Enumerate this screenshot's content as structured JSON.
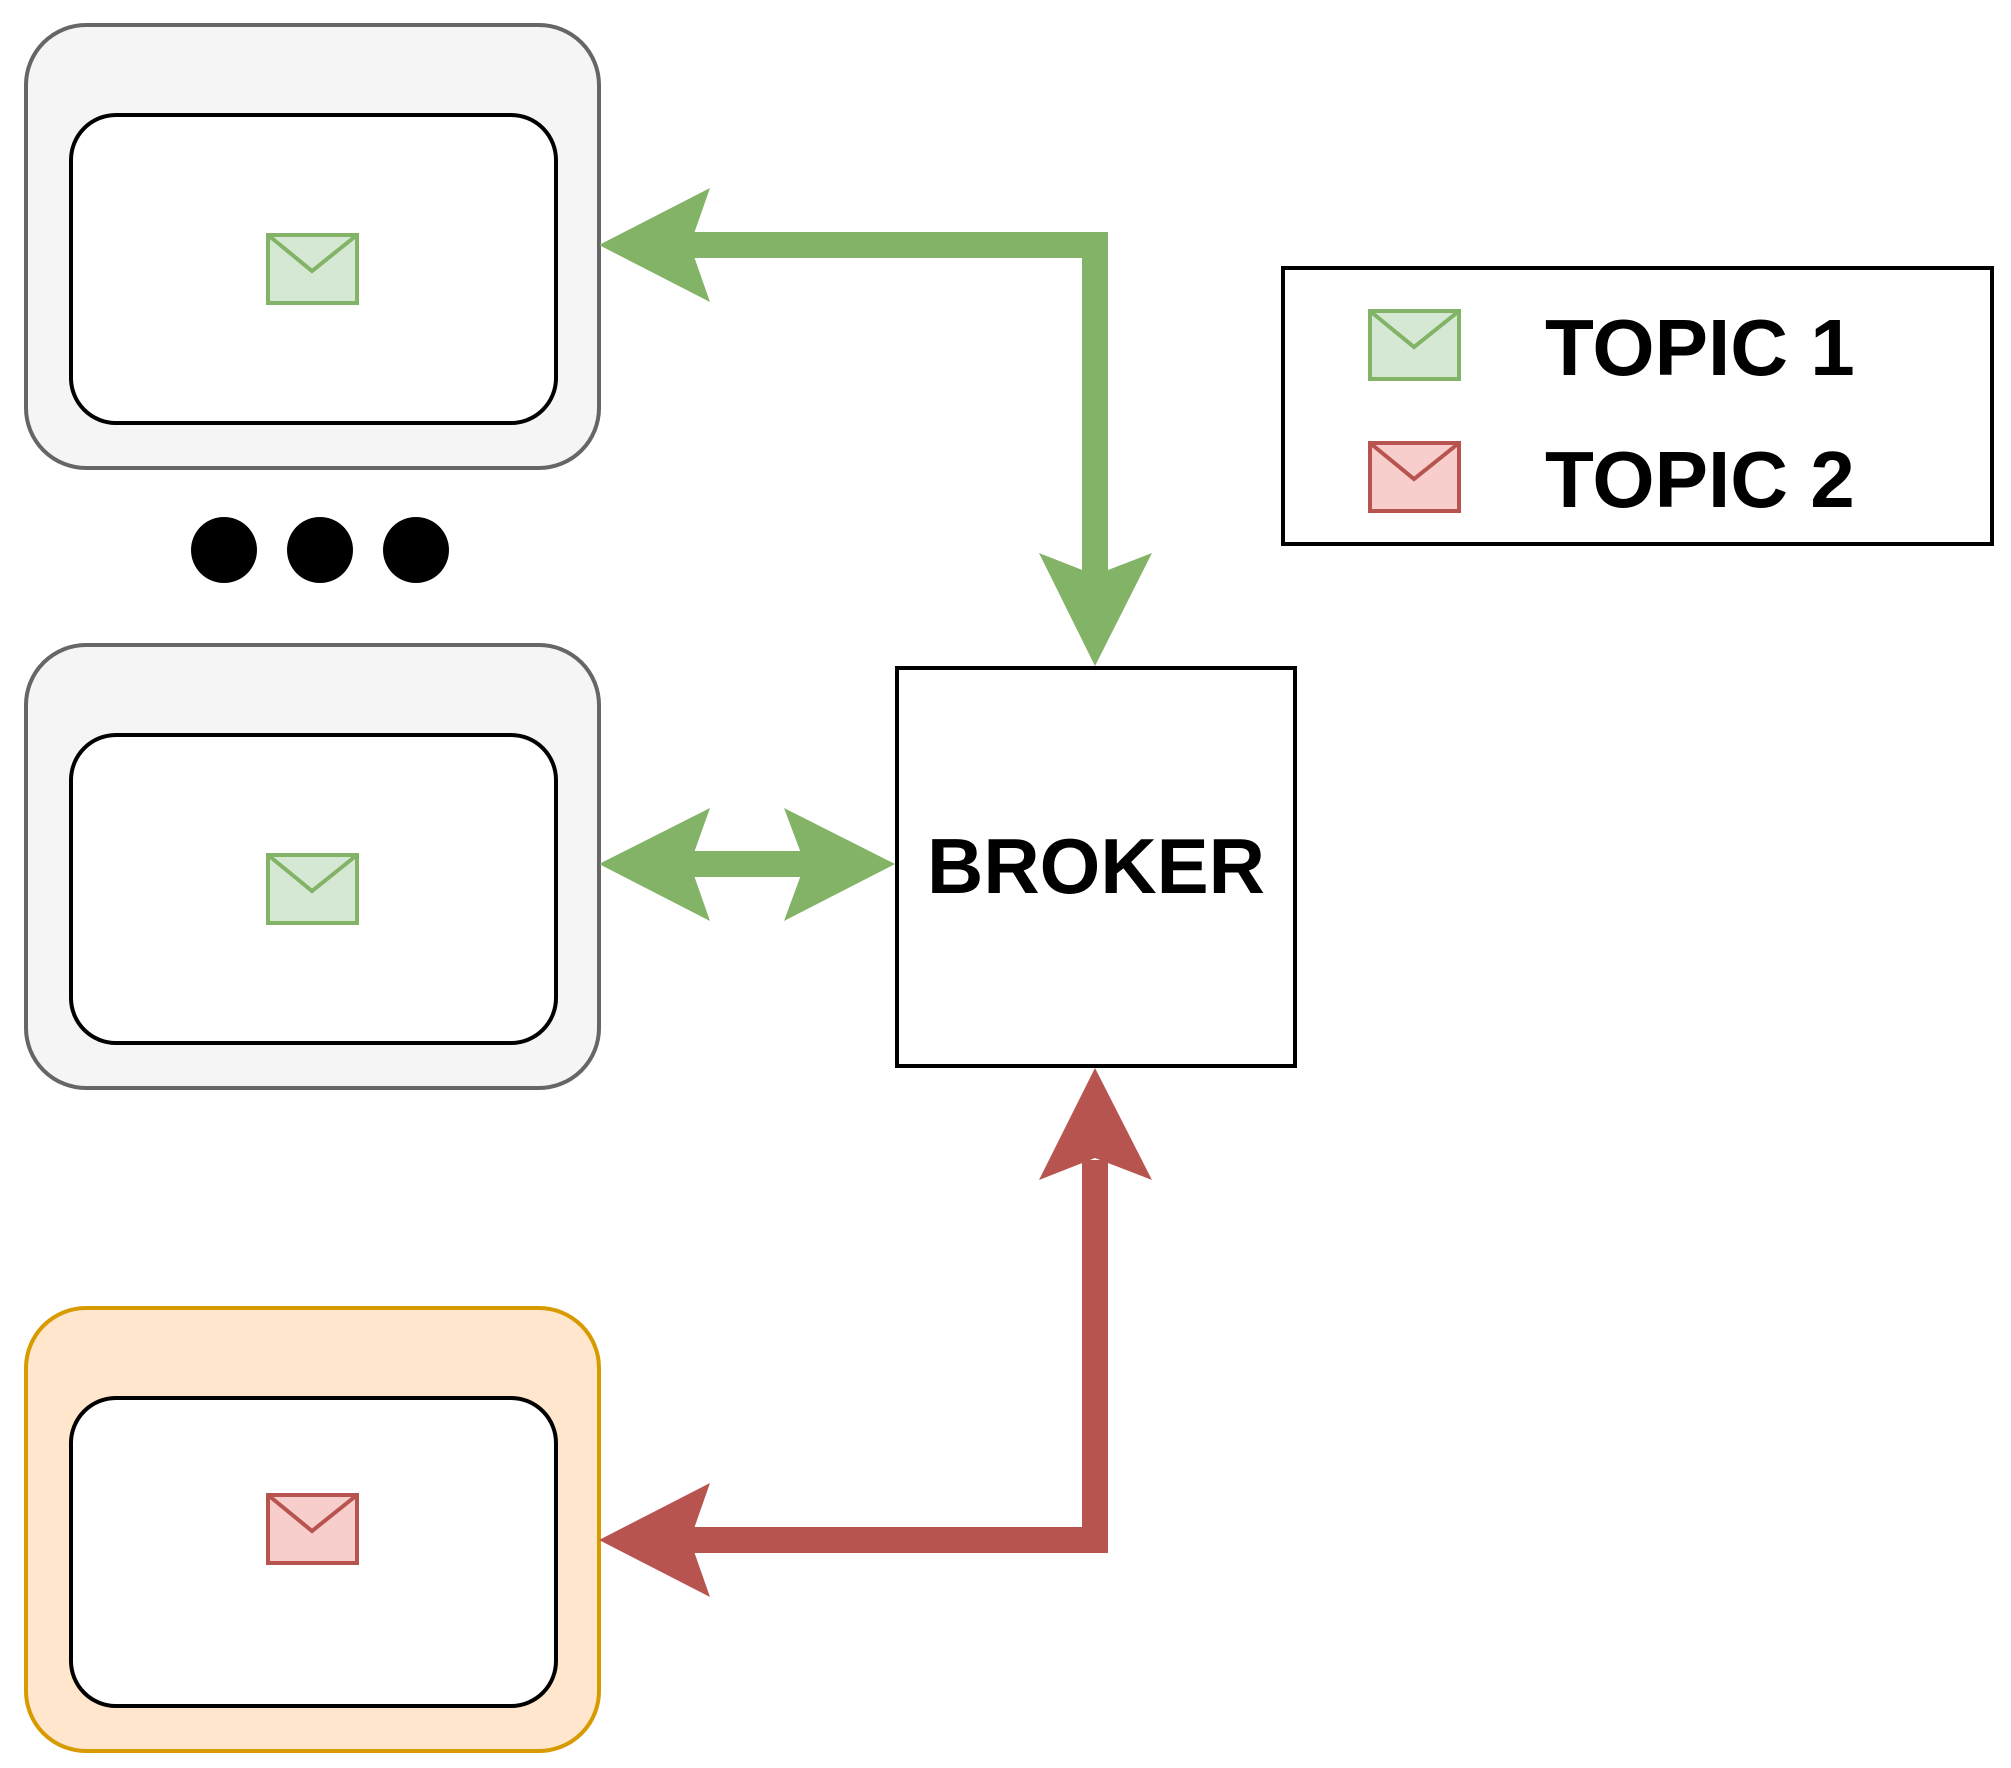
{
  "broker": {
    "label": "BROKER"
  },
  "legend": {
    "items": [
      {
        "label": "TOPIC 1",
        "icon": "envelope-icon",
        "fill": "#d5e8d4",
        "stroke": "#82b366"
      },
      {
        "label": "TOPIC 2",
        "icon": "envelope-icon",
        "fill": "#f8cecc",
        "stroke": "#b85450"
      }
    ]
  },
  "clients": [
    {
      "topic": "TOPIC 1",
      "fill": "#f5f5f5",
      "stroke": "#666666"
    },
    {
      "topic": "TOPIC 1",
      "fill": "#f5f5f5",
      "stroke": "#666666"
    },
    {
      "topic": "TOPIC 2",
      "fill": "#ffe6cc",
      "stroke": "#d79b00"
    }
  ],
  "colors": {
    "topic1_arrow": "#82b366",
    "topic2_arrow": "#b85450",
    "ellipsis": "#000000"
  }
}
